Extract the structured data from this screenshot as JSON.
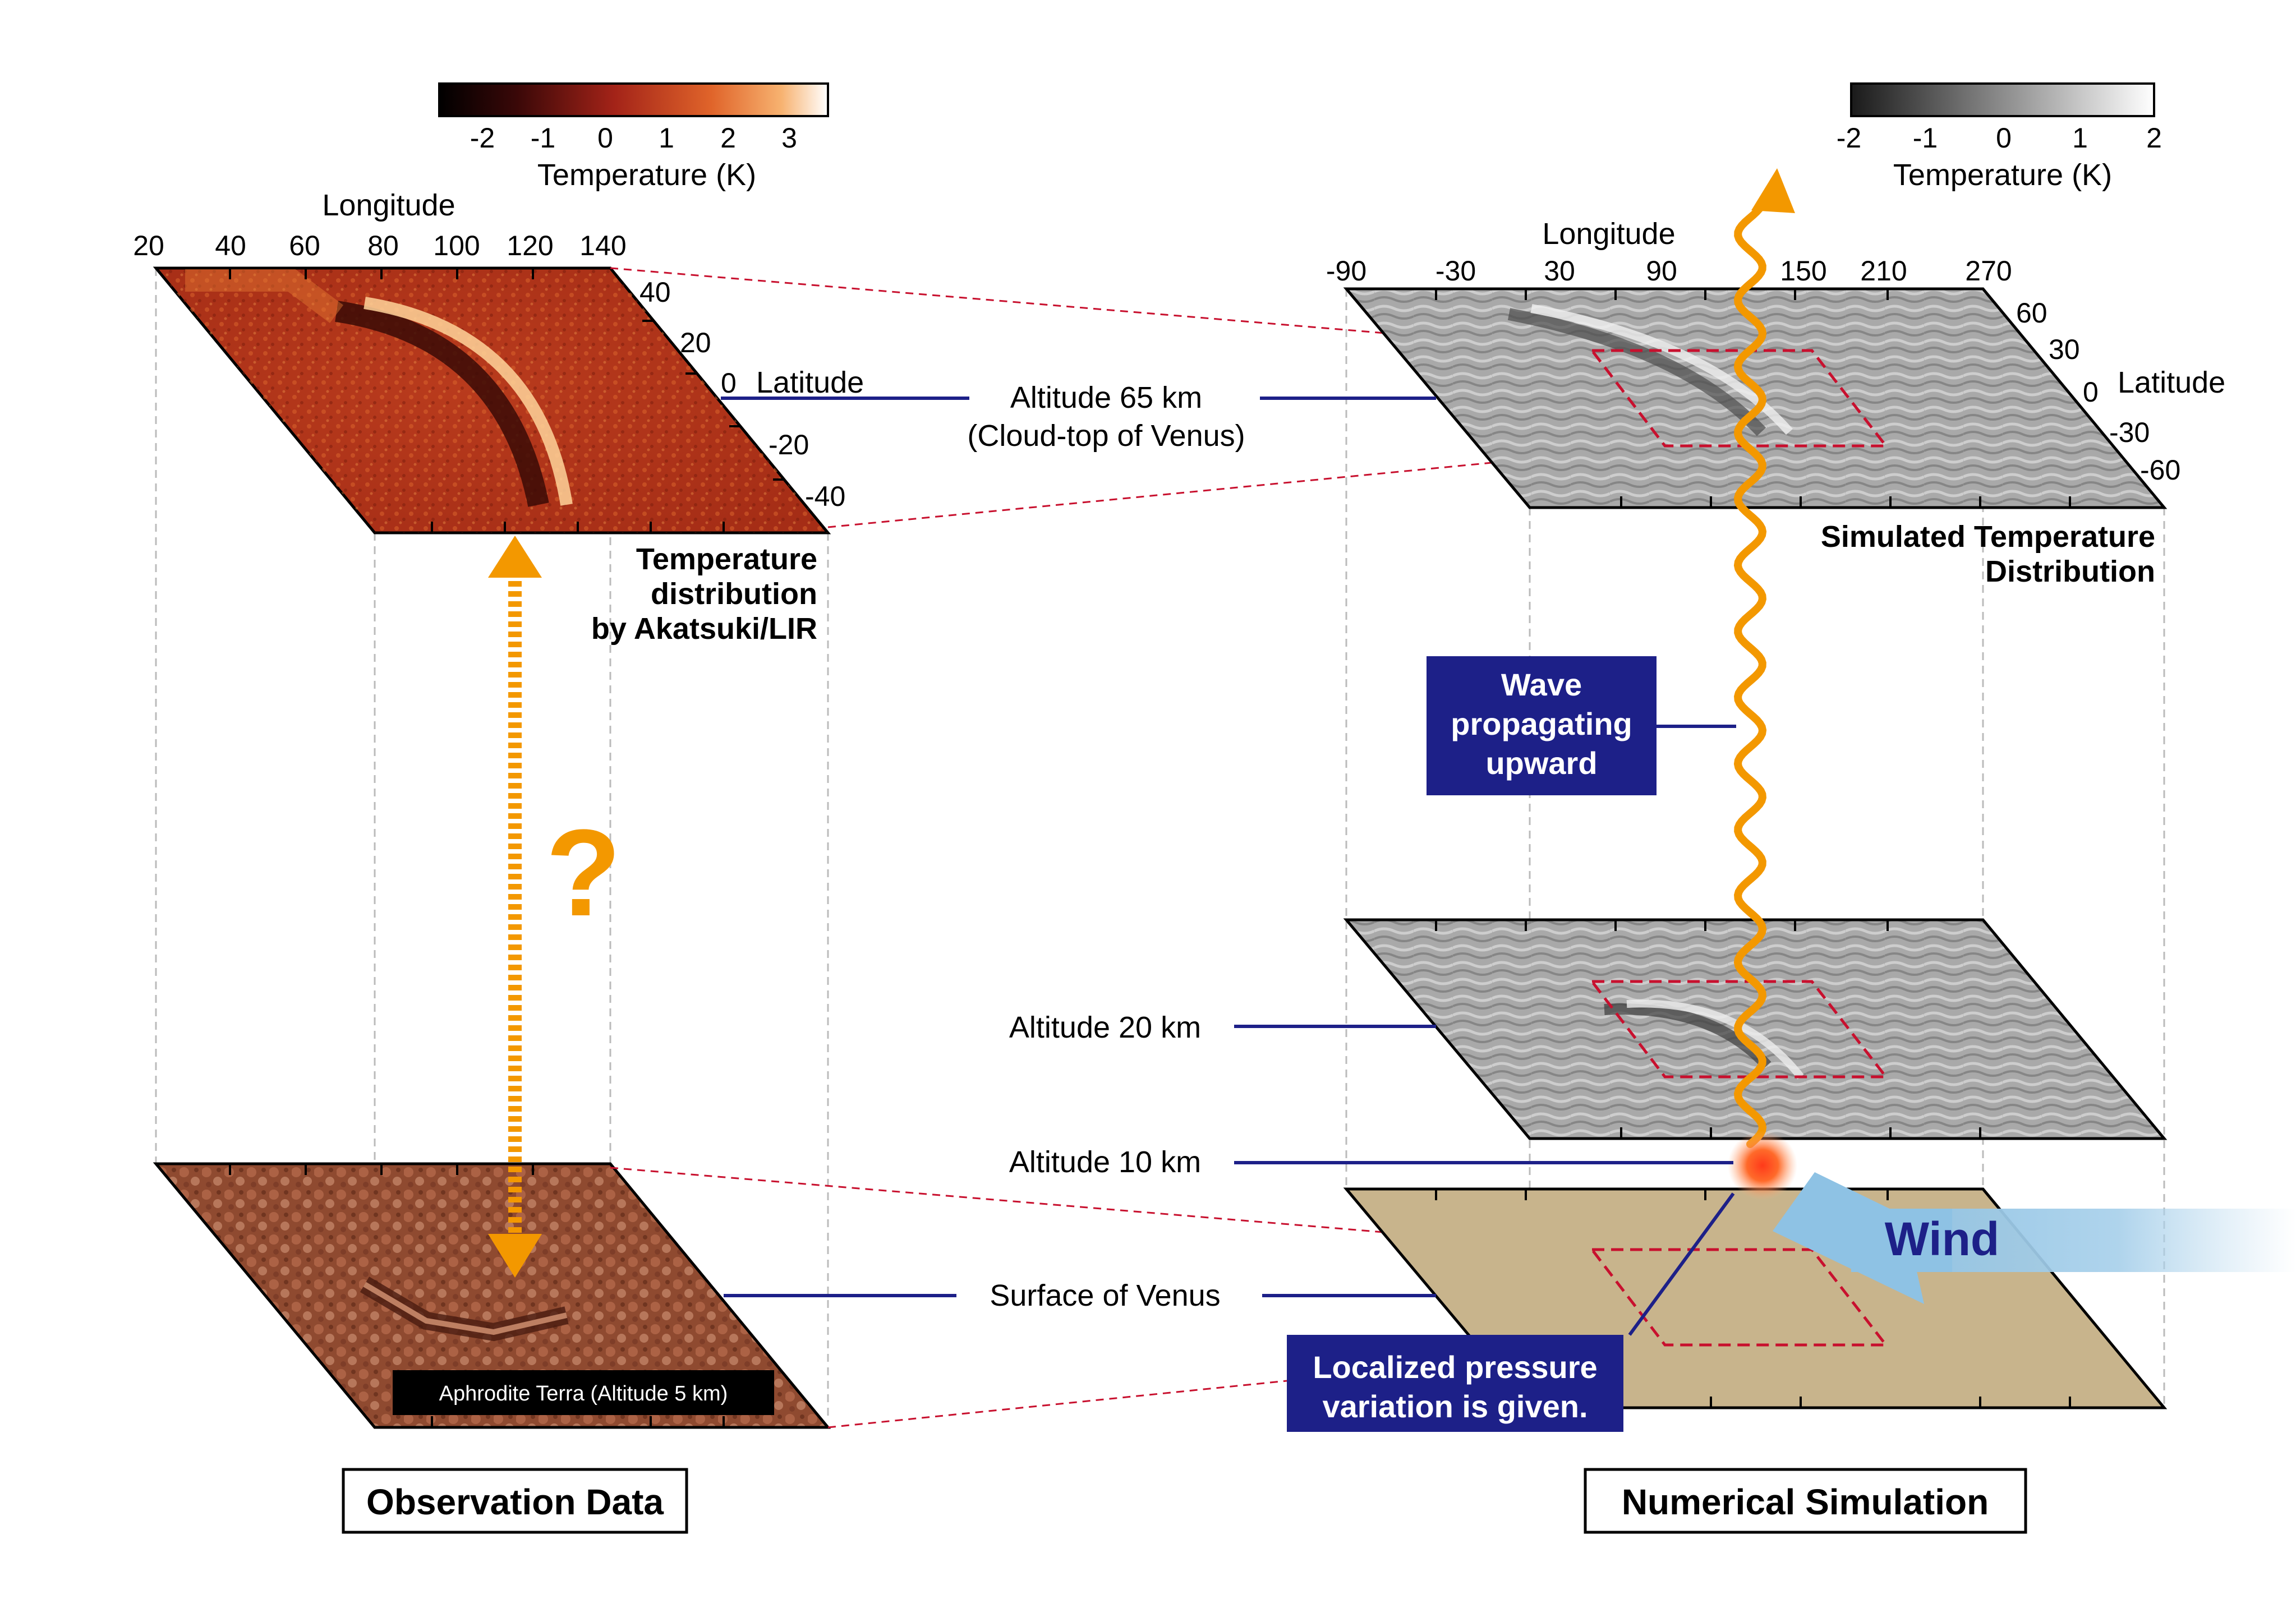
{
  "left_colorbar": {
    "ticks": [
      "-2",
      "-1",
      "0",
      "1",
      "2",
      "3"
    ],
    "label": "Temperature (K)"
  },
  "right_colorbar": {
    "ticks": [
      "-2",
      "-1",
      "0",
      "1",
      "2"
    ],
    "label": "Temperature (K)"
  },
  "observation": {
    "x_axis_title": "Longitude",
    "x_ticks": [
      "20",
      "40",
      "60",
      "80",
      "100",
      "120",
      "140"
    ],
    "lat_title": "Latitude",
    "lat_ticks": [
      "40",
      "20",
      "0",
      "-20",
      "-40"
    ],
    "caption_lines": [
      "Temperature",
      "distribution",
      "by Akatsuki/LIR"
    ],
    "terrain_label": "Aphrodite Terra (Altitude 5 km)",
    "question_mark": "?",
    "section_title": "Observation Data"
  },
  "simulation": {
    "x_axis_title": "Longitude",
    "x_ticks": [
      "-90",
      "-30",
      "30",
      "90",
      "150",
      "210",
      "270"
    ],
    "lat_title": "Latitude",
    "lat_ticks": [
      "60",
      "30",
      "0",
      "-30",
      "-60"
    ],
    "caption_lines": [
      "Simulated Temperature",
      "Distribution"
    ],
    "wave_box_lines": [
      "Wave",
      "propagating",
      "upward"
    ],
    "pressure_box_lines": [
      "Localized pressure",
      "variation is given."
    ],
    "wind_label": "Wind",
    "section_title": "Numerical Simulation"
  },
  "center_labels": {
    "alt65_lines": [
      "Altitude 65 km",
      "(Cloud-top of Venus)"
    ],
    "alt20": "Altitude 20 km",
    "alt10": "Altitude 10 km",
    "surface": "Surface of Venus"
  },
  "colors": {
    "accent_orange": "#f39800",
    "navy": "#1d2088",
    "dashed_red": "#c8102e",
    "surface_tan": "#c8b48c"
  }
}
